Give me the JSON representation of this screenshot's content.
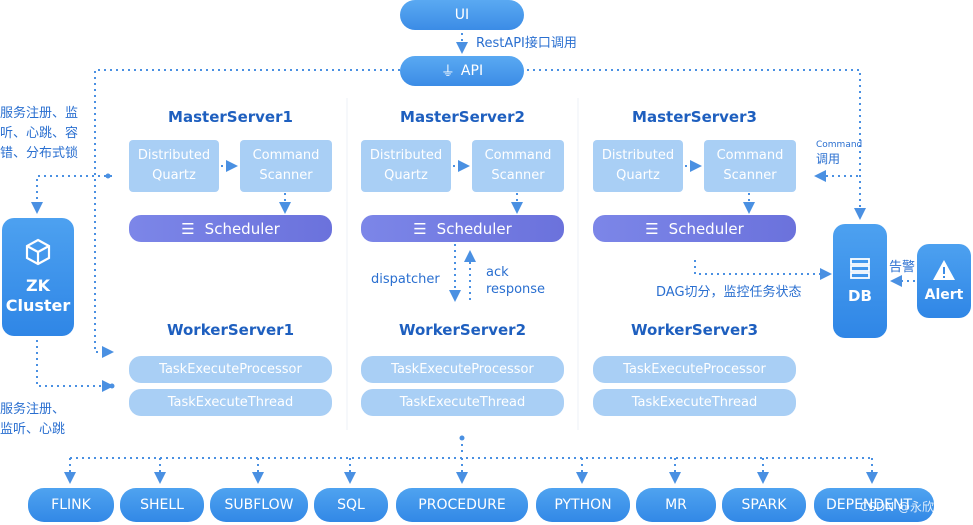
{
  "ui_label": "UI",
  "rest_label": "RestAPI接口调用",
  "api_label": "API",
  "left_note_top": [
    "服务注册、监",
    "听、心跳、容",
    "错、分布式锁"
  ],
  "left_note_bottom": [
    "服务注册、",
    "监听、心跳"
  ],
  "zk": {
    "line1": "ZK",
    "line2": "Cluster"
  },
  "masters": [
    {
      "title": "MasterServer1",
      "quartz": [
        "Distributed",
        "Quartz"
      ],
      "scanner": [
        "Command",
        "Scanner"
      ],
      "scheduler": "Scheduler"
    },
    {
      "title": "MasterServer2",
      "quartz": [
        "Distributed",
        "Quartz"
      ],
      "scanner": [
        "Command",
        "Scanner"
      ],
      "scheduler": "Scheduler"
    },
    {
      "title": "MasterServer3",
      "quartz": [
        "Distributed",
        "Quartz"
      ],
      "scanner": [
        "Command",
        "Scanner"
      ],
      "scheduler": "Scheduler"
    }
  ],
  "workers": [
    {
      "title": "WorkerServer1",
      "processor": "TaskExecuteProcessor",
      "thread": "TaskExecuteThread"
    },
    {
      "title": "WorkerServer2",
      "processor": "TaskExecuteProcessor",
      "thread": "TaskExecuteThread"
    },
    {
      "title": "WorkerServer3",
      "processor": "TaskExecuteProcessor",
      "thread": "TaskExecuteThread"
    }
  ],
  "dispatcher_label": "dispatcher",
  "ack_label": [
    "ack",
    "response"
  ],
  "command_label": [
    "Command",
    "调用"
  ],
  "dag_label": "DAG切分，监控任务状态",
  "db_label": "DB",
  "alert_label": "Alert",
  "alert_note": "告警",
  "task_types": [
    "FLINK",
    "SHELL",
    "SUBFLOW",
    "SQL",
    "PROCEDURE",
    "PYTHON",
    "MR",
    "SPARK",
    "DEPENDENT"
  ],
  "watermark": "CSDN @永欣",
  "colors": {
    "primary": "#3b8ce6",
    "light": "#a9cff5",
    "scheduler": "#7079e0",
    "text": "#1e5fbf"
  }
}
